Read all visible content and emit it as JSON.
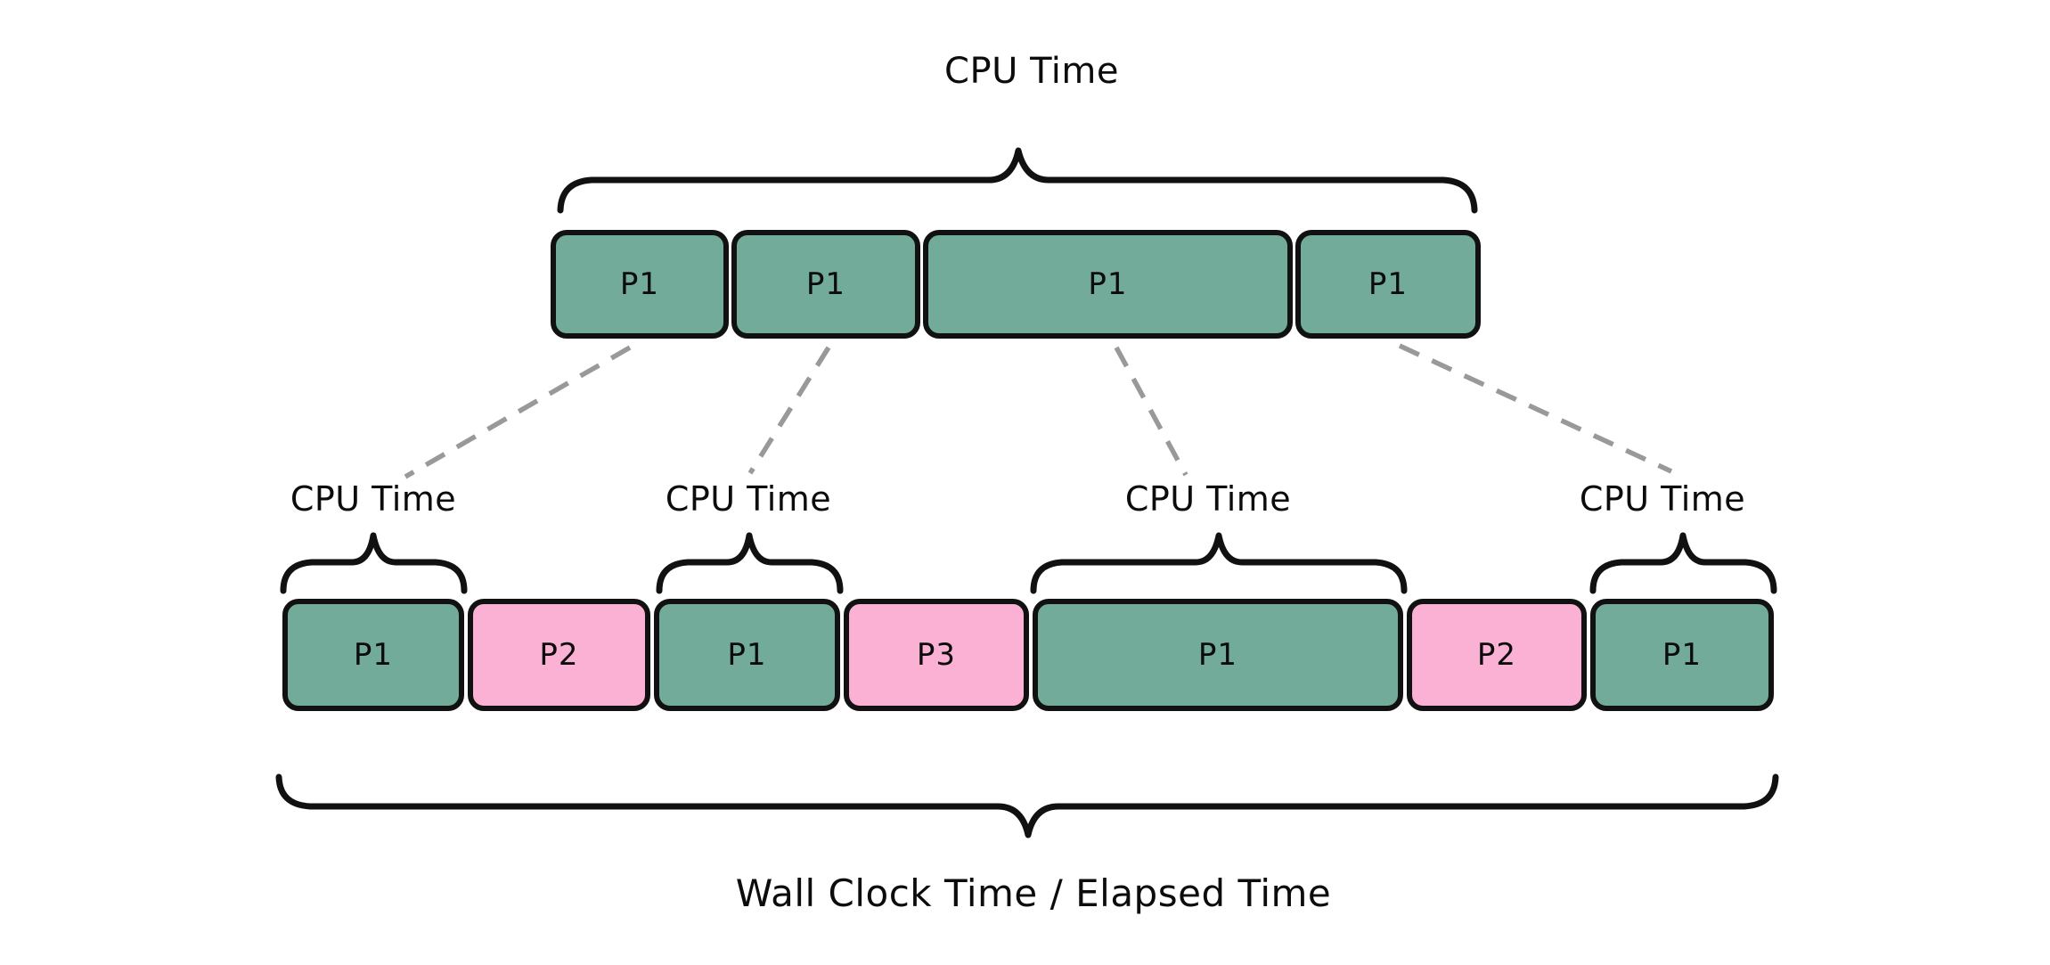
{
  "colors": {
    "p1_green": "#73ab9b",
    "other_pink": "#fbb1d4",
    "outline": "#111111",
    "connector_gray": "#999999"
  },
  "top_section": {
    "brace_label": "CPU Time",
    "blocks": [
      {
        "label": "P1",
        "process": "p1"
      },
      {
        "label": "P1",
        "process": "p1"
      },
      {
        "label": "P1",
        "process": "p1"
      },
      {
        "label": "P1",
        "process": "p1"
      }
    ]
  },
  "bottom_section": {
    "cpu_time_labels": [
      "CPU Time",
      "CPU Time",
      "CPU Time",
      "CPU Time"
    ],
    "segments": [
      {
        "label": "P1",
        "process": "p1"
      },
      {
        "label": "P2",
        "process": "other"
      },
      {
        "label": "P1",
        "process": "p1"
      },
      {
        "label": "P3",
        "process": "other"
      },
      {
        "label": "P1",
        "process": "p1"
      },
      {
        "label": "P2",
        "process": "other"
      },
      {
        "label": "P1",
        "process": "p1"
      }
    ],
    "wall_clock_label": "Wall Clock Time / Elapsed Time"
  }
}
